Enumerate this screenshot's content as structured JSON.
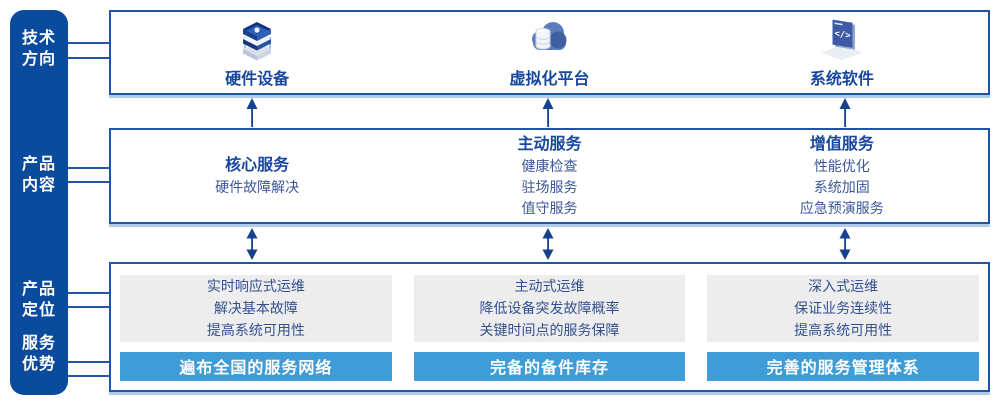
{
  "sidebar": {
    "items": [
      {
        "name": "tech-direction",
        "lines": [
          "技术",
          "方向"
        ]
      },
      {
        "name": "product-content",
        "lines": [
          "产品",
          "内容"
        ]
      },
      {
        "name": "product-positioning",
        "lines": [
          "产品",
          "定位"
        ]
      },
      {
        "name": "service-advantage",
        "lines": [
          "服务",
          "优势"
        ]
      }
    ]
  },
  "tech_panel": {
    "columns": [
      {
        "icon": "server-stack-icon",
        "label": "硬件设备"
      },
      {
        "icon": "cloud-database-icon",
        "label": "虚拟化平台"
      },
      {
        "icon": "code-window-icon",
        "label": "系统软件"
      }
    ]
  },
  "content_panel": {
    "columns": [
      {
        "heading": "核心服务",
        "items": [
          "硬件故障解决"
        ]
      },
      {
        "heading": "主动服务",
        "items": [
          "健康检查",
          "驻场服务",
          "值守服务"
        ]
      },
      {
        "heading": "增值服务",
        "items": [
          "性能优化",
          "系统加固",
          "应急预演服务"
        ]
      }
    ]
  },
  "position_panel": {
    "columns": [
      {
        "points": [
          "实时响应式运维",
          "解决基本故障",
          "提高系统可用性"
        ],
        "banner": "遍布全国的服务网络"
      },
      {
        "points": [
          "主动式运维",
          "降低设备突发故障概率",
          "关键时间点的服务保障"
        ],
        "banner": "完备的备件库存"
      },
      {
        "points": [
          "深入式运维",
          "保证业务连续性",
          "提高系统可用性"
        ],
        "banner": "完善的服务管理体系"
      }
    ]
  },
  "colors": {
    "sidebar_bg": "#0a4b9e",
    "panel_border": "#2153a4",
    "panel_shadow": "#aecbea",
    "heading_text": "#17479e",
    "body_text": "#3b5698",
    "gray_box_bg": "#ededee",
    "banner_bg": "#3f9cd6",
    "banner_text": "#ffffff",
    "arrow": "#15418f"
  }
}
